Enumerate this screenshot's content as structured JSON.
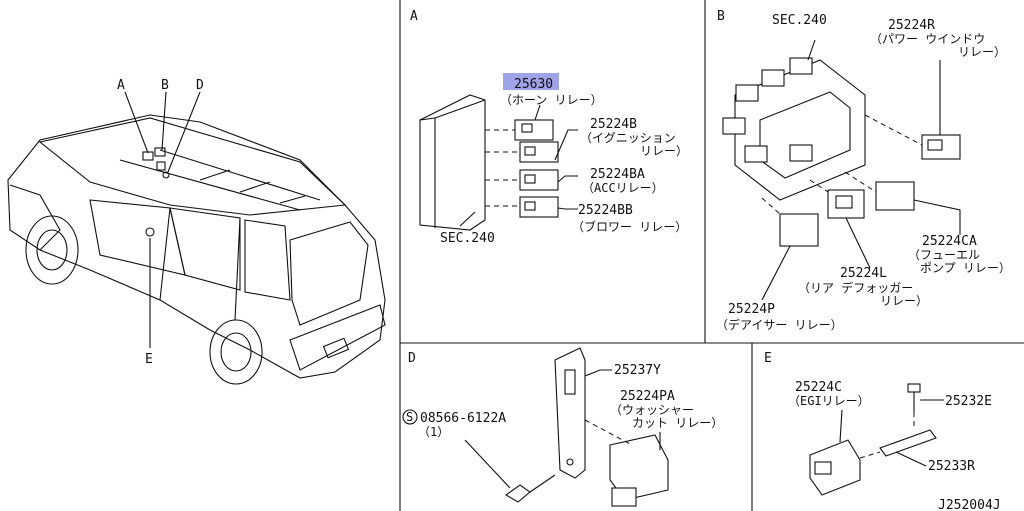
{
  "overview": {
    "callouts": [
      "A",
      "B",
      "D",
      "E"
    ]
  },
  "panels": {
    "A": {
      "letter": "A",
      "items": [
        {
          "code": "25630",
          "name": "（ホーン リレー）",
          "highlighted": true
        },
        {
          "code": "25224B",
          "name": "（イグニッション",
          "name2": "リレー）"
        },
        {
          "code": "25224BA",
          "name": "（ACCリレー）"
        },
        {
          "code": "25224BB",
          "name": "（ブロワー リレー）"
        }
      ],
      "sec": "SEC.240"
    },
    "B": {
      "letter": "B",
      "sec": "SEC.240",
      "items": [
        {
          "code": "25224R",
          "name": "（パワー ウインドウ",
          "name2": "リレー）"
        },
        {
          "code": "25224CA",
          "name": "（フューエル",
          "name2": "ポンプ リレー）"
        },
        {
          "code": "25224L",
          "name": "（リア デフォッガー",
          "name2": "リレー）"
        },
        {
          "code": "25224P",
          "name": "（デアイサー リレー）"
        }
      ]
    },
    "D": {
      "letter": "D",
      "items": [
        {
          "code": "25237Y"
        },
        {
          "code": "25224PA",
          "name": "（ウォッシャー",
          "name2": "カット リレー）"
        },
        {
          "code": "08566-6122A",
          "prefix": "S",
          "qty": "（1）"
        }
      ]
    },
    "E": {
      "letter": "E",
      "items": [
        {
          "code": "25224C",
          "name": "（EGIリレー）"
        },
        {
          "code": "25232E"
        },
        {
          "code": "25233R"
        }
      ]
    }
  },
  "footer_code": "J252004J",
  "colors": {
    "highlight": "#9fa3e8",
    "line": "#111111"
  }
}
